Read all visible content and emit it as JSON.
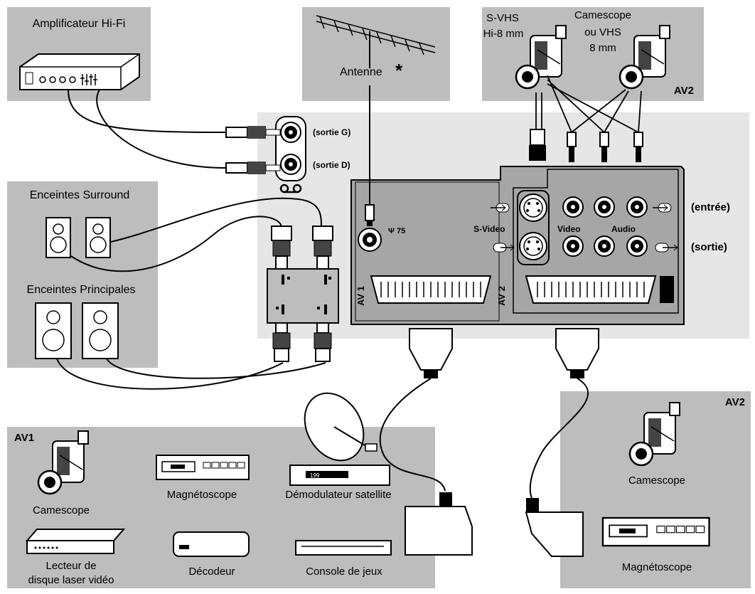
{
  "panels": {
    "amplifier": {
      "title": "Amplificateur Hi-Fi"
    },
    "antenna": {
      "label": "Antenne",
      "marker": "*"
    },
    "camcorders_top": {
      "svhs_line1": "S-VHS",
      "svhs_line2": "Hi-8 mm",
      "camescope": "Camescope",
      "vhs_line1": "ou VHS",
      "vhs_line2": "8 mm",
      "tag": "AV2"
    },
    "surround": {
      "title": "Enceintes Surround"
    },
    "principal": {
      "title": "Enceintes Principales"
    },
    "av1": {
      "tag": "AV1",
      "camescope": "Camescope",
      "magnetoscope": "Magnétoscope",
      "demodulateur": "Démodulateur satellite",
      "lecteur_line1": "Lecteur de",
      "lecteur_line2": "disque laser vidéo",
      "decodeur": "Décodeur",
      "console": "Console de jeux",
      "tuner_display": "199"
    },
    "av2": {
      "tag": "AV2",
      "camescope": "Camescope",
      "magnetoscope": "Magnétoscope"
    }
  },
  "tv_panel": {
    "sortie_g": "(sortie G)",
    "sortie_d": "(sortie D)",
    "antenna_socket": "Ψ 75",
    "svideo": "S-Video",
    "video": "Video",
    "audio": "Audio",
    "entree": "(entrée)",
    "sortie": "(sortie)",
    "av1_label": "AV 1",
    "av2_label": "AV 2"
  },
  "colors": {
    "panel_grey": "#bdbdbd",
    "back_light": "#e6e6e6",
    "tv_grey": "#a6a6a6",
    "line": "#000000"
  }
}
